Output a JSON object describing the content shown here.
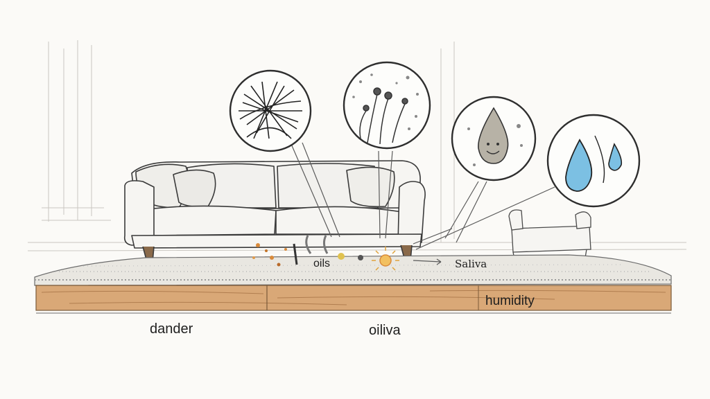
{
  "labels": {
    "dander": "dander",
    "oiliva": "oiliva",
    "humidity": "humidity",
    "oils": "oils",
    "saliva": "Saliva"
  },
  "icons": {
    "fibers_magnifier": "fibers-tangle-icon",
    "mold_magnifier": "mold-spores-icon",
    "saliva_magnifier": "saliva-drop-icon",
    "humidity_magnifier": "water-drops-icon"
  },
  "colors": {
    "sketch_line": "#3a3a3a",
    "floor_wood": "#d9a877",
    "water_drop": "#7cc0e3",
    "dander_specks": "#d98a3a"
  }
}
